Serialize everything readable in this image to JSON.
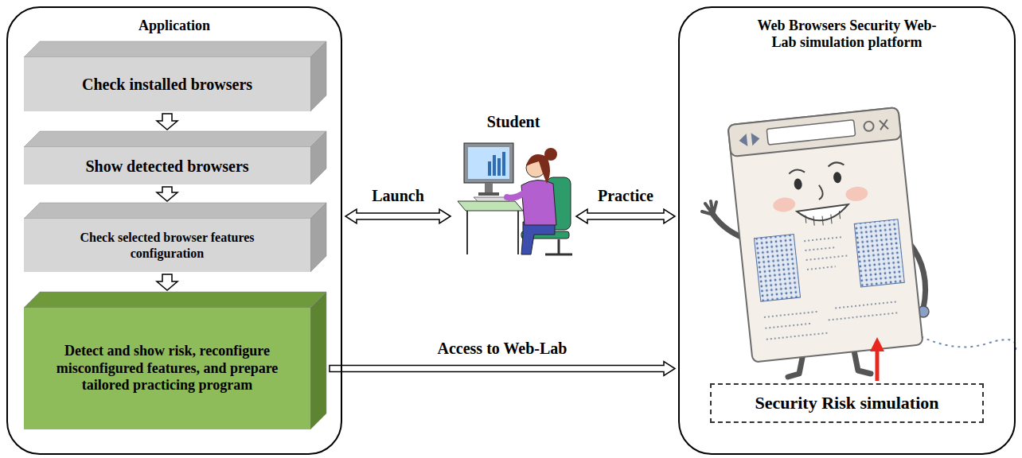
{
  "diagram": {
    "nodes": [
      {
        "text": [
          "Application"
        ]
      },
      {
        "text": [
          "Check installed browsers"
        ],
        "in": 0
      },
      {
        "text": [
          "Show detected browsers"
        ],
        "in": 0
      },
      {
        "text": [
          "Check selected browser features configuration"
        ],
        "in": 0
      },
      {
        "text": [
          "Detect and show risk, reconfigure misconfigured features, and prepare tailored practicing program"
        ],
        "in": 0
      },
      {
        "text": [
          "Student"
        ]
      },
      {
        "text": [
          "Web Browsers Security Web-Lab simulation platform"
        ]
      },
      {
        "text": [
          "Security Risk simulation"
        ],
        "in": 6
      }
    ],
    "edges": [
      {
        "from": 1,
        "to": 2,
        "arrow": "to"
      },
      {
        "from": 2,
        "to": 3,
        "arrow": "to"
      },
      {
        "from": 3,
        "to": 4,
        "arrow": "to"
      },
      {
        "from": 5,
        "to": 0,
        "label": "Launch",
        "arrow": "both"
      },
      {
        "from": 5,
        "to": 6,
        "label": "Practice",
        "arrow": "both"
      },
      {
        "from": 4,
        "to": 6,
        "label": "Access to Web-Lab",
        "arrow": "to"
      }
    ]
  }
}
